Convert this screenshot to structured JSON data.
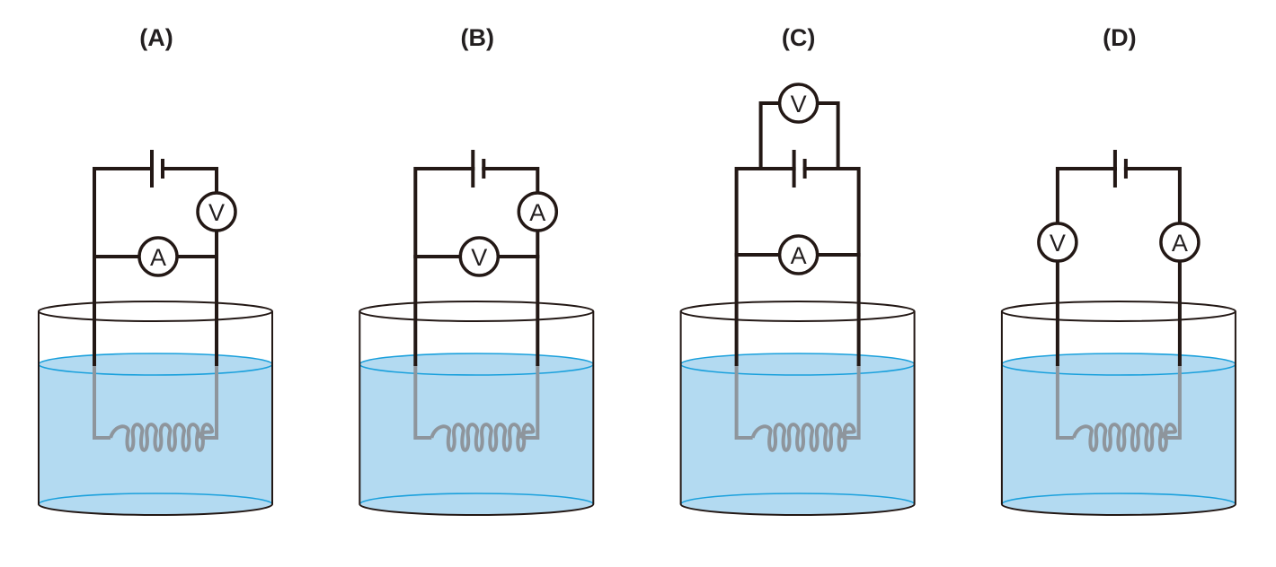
{
  "figure": {
    "panels": [
      {
        "label": "(A)",
        "layout": "voltmeter-in-series-ammeter-parallel",
        "meters": {
          "series": "V",
          "parallel": "A"
        }
      },
      {
        "label": "(B)",
        "layout": "ammeter-in-series-voltmeter-parallel",
        "meters": {
          "series": "A",
          "parallel": "V"
        }
      },
      {
        "label": "(C)",
        "layout": "voltmeter-across-battery-ammeter-parallel",
        "meters": {
          "battery": "V",
          "parallel": "A"
        }
      },
      {
        "label": "(D)",
        "layout": "voltmeter-and-ammeter-both-in-series",
        "meters": {
          "left": "V",
          "right": "A"
        }
      }
    ],
    "components": {
      "battery": "battery-icon",
      "heating_coil": "coil-icon",
      "beaker": "beaker-of-water"
    },
    "colors": {
      "wire": "#231815",
      "submerged_wire": "#8e959c",
      "water": "#b3daf1",
      "water_edge": "#1aa0dc"
    }
  }
}
